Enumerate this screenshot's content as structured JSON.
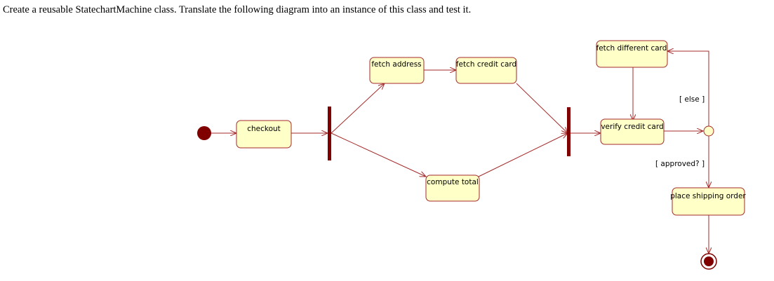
{
  "instruction": "Create a reusable StatechartMachine class. Translate the following diagram into an instance of this class and test it.",
  "colors": {
    "state_fill": "#ffffc8",
    "state_stroke": "#a52a2a",
    "line": "#a52a2a",
    "bar": "#800000",
    "node": "#800000",
    "decision_fill": "#ffffc8"
  },
  "diagram": {
    "states": {
      "checkout": "checkout",
      "fetch_address": "fetch address",
      "fetch_credit_card": "fetch credit card",
      "compute_total": "compute total",
      "verify_credit_card": "verify credit card",
      "fetch_different_card": "fetch different card",
      "place_shipping_order": "place shipping order"
    },
    "guards": {
      "else": "[ else ]",
      "approved": "[ approved? ]"
    }
  }
}
